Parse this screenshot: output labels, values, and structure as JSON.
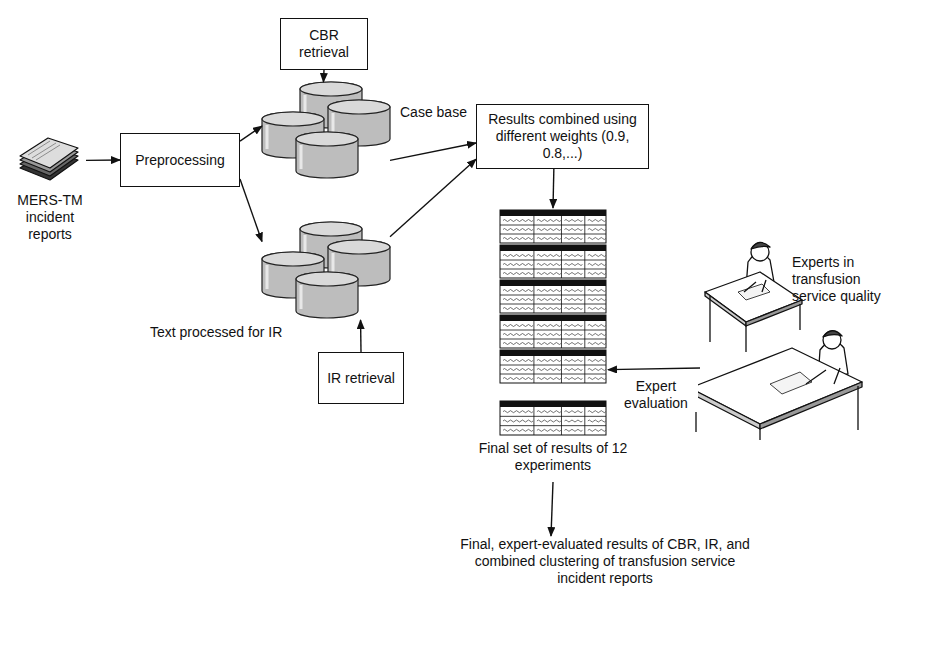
{
  "diagram": {
    "nodes": [
      {
        "text": [
          "MERS-TM incident reports"
        ]
      },
      {
        "text": [
          "Preprocessing"
        ]
      },
      {
        "text": [
          "CBR retrieval"
        ]
      },
      {
        "text": [
          "Case base"
        ]
      },
      {
        "text": [
          "Text processed for IR"
        ]
      },
      {
        "text": [
          "IR retrieval"
        ]
      },
      {
        "text": [
          "Results combined using different weights (0.9, 0.8,...)"
        ]
      },
      {
        "text": [
          "Final set of results of 12 experiments"
        ]
      },
      {
        "text": [
          "Experts in transfusion service quality"
        ]
      },
      {
        "text": [
          "Final, expert-evaluated results of CBR, IR, and combined clustering of transfusion service incident reports"
        ]
      }
    ],
    "edges": [
      {
        "from": 0,
        "to": 1,
        "arrow": "to"
      },
      {
        "from": 1,
        "to": 3,
        "arrow": "to"
      },
      {
        "from": 1,
        "to": 4,
        "arrow": "to"
      },
      {
        "from": 2,
        "to": 3,
        "arrow": "to"
      },
      {
        "from": 5,
        "to": 4,
        "arrow": "to"
      },
      {
        "from": 3,
        "to": 6,
        "arrow": "to"
      },
      {
        "from": 4,
        "to": 6,
        "arrow": "to"
      },
      {
        "from": 6,
        "to": 7,
        "arrow": "to"
      },
      {
        "from": 8,
        "to": 7,
        "label": "Expert evaluation",
        "arrow": "to"
      },
      {
        "from": 7,
        "to": 9,
        "arrow": "to"
      }
    ]
  }
}
